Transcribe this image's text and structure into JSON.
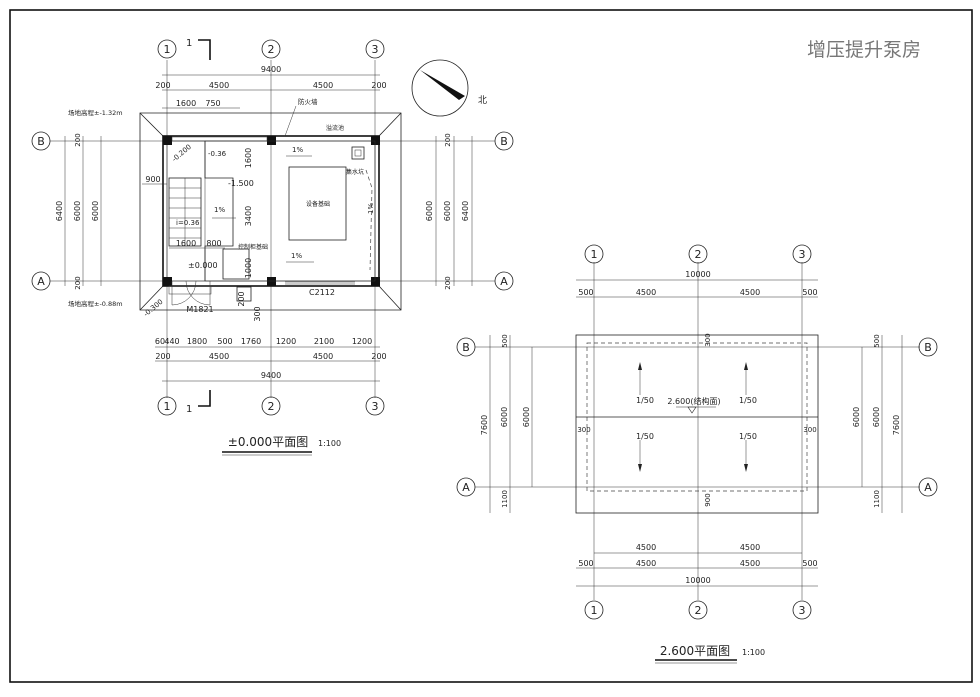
{
  "title": "增压提升泵房",
  "north_label": "北",
  "plan1": {
    "caption": "±0.000平面图",
    "scale": "1:100",
    "axis_cols": [
      "1",
      "2",
      "3"
    ],
    "axis_rows": [
      "B",
      "A"
    ],
    "section_mark": "1",
    "dims_top_total": "9400",
    "dims_top_segments": [
      "200",
      "4500",
      "4500",
      "200"
    ],
    "dims_top_inner": [
      "1600",
      "750"
    ],
    "dims_bottom_detail": [
      "60",
      "440",
      "1800",
      "500",
      "1760",
      "1200",
      "2100",
      "1200"
    ],
    "dims_bottom_segments": [
      "200",
      "4500",
      "4500",
      "200"
    ],
    "dims_bottom_total": "9400",
    "dims_left": [
      "6400",
      "6000",
      "200",
      "200"
    ],
    "dims_right": [
      "200",
      "6000",
      "6000",
      "6400",
      "200"
    ],
    "dim_900": "900",
    "dim_1600": "1600",
    "dim_3400": "3400",
    "dim_1000": "1000",
    "dim_200": "200",
    "dim_300": "300",
    "dim_1600b": "1600",
    "dim_800": "800",
    "labels": {
      "outside_high": "场地高程±-1.32m",
      "outside_low": "场地高程±-0.88m",
      "firewall": "防火墙",
      "pool": "溢流池",
      "sump": "集水坑",
      "equip": "设备基础",
      "ctrl": "控制柜基础",
      "lvl_0": "±0.000",
      "lvl_m036": "-0.36",
      "lvl_m1500": "-1.500",
      "lvl_m0200": "-0.200",
      "lvl_m0300": "-0.300",
      "slope_i": "i=0.36",
      "slope1": "1%",
      "slope2": "1%",
      "slope3": "1%",
      "slope4": "1%",
      "window": "C2112",
      "door": "M1821"
    }
  },
  "plan2": {
    "caption": "2.600平面图",
    "scale": "1:100",
    "axis_cols": [
      "1",
      "2",
      "3"
    ],
    "axis_rows": [
      "B",
      "A"
    ],
    "dims_top_total": "10000",
    "dims_top_segments": [
      "500",
      "4500",
      "4500",
      "500"
    ],
    "dims_bottom_upper": [
      "4500",
      "4500"
    ],
    "dims_bottom_segments": [
      "500",
      "4500",
      "4500",
      "500"
    ],
    "dims_bottom_total": "10000",
    "dims_left": [
      "7600",
      "6000",
      "6000",
      "500",
      "1100"
    ],
    "dims_right": [
      "500",
      "6000",
      "6000",
      "7600",
      "1100"
    ],
    "dim_300_top": "300",
    "dim_300_l": "300",
    "dim_300_r": "300",
    "dim_900": "900",
    "level_mark": "2.600(结构面)",
    "slopes": [
      "1/50",
      "1/50",
      "1/50",
      "1/50"
    ]
  }
}
